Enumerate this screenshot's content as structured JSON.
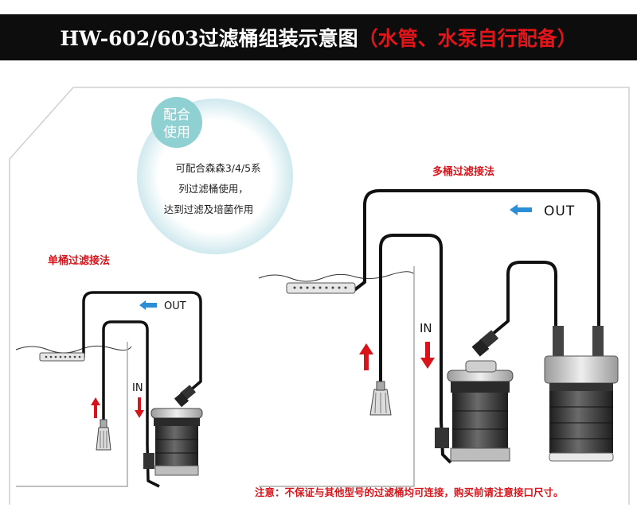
{
  "header": {
    "title": "HW-602/603过滤桶组装示意图",
    "note": "（水管、水泵自行配备）"
  },
  "badge": {
    "line1": "配合",
    "line2": "使用"
  },
  "bubble": {
    "line1": "可配合森森3/4/5系",
    "line2": "列过滤桶使用，",
    "line3": "达到过滤及培菌作用"
  },
  "single": {
    "title": "单桶过滤接法",
    "out": "OUT",
    "in": "IN"
  },
  "multi": {
    "title": "多桶过滤接法",
    "out": "OUT",
    "in": "IN"
  },
  "footer_note": "注意：不保证与其他型号的过滤桶均可连接，购买前请注意接口尺寸。",
  "colors": {
    "accent_red": "#d8141a",
    "arrow_blue": "#2a8fd6",
    "header_bg": "#0d0d0d",
    "badge_teal": "#8fd0d2"
  }
}
